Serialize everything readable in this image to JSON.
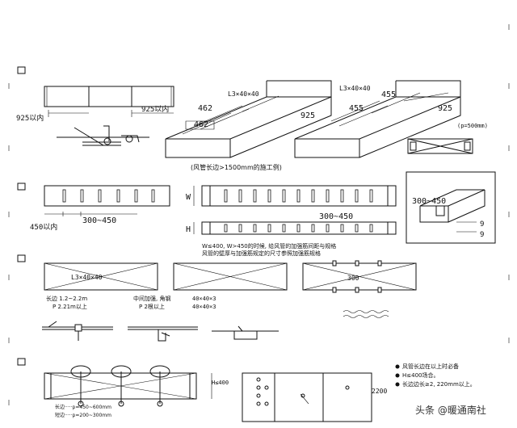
{
  "labels": {
    "sec1_left_dim_a": "925以内",
    "sec1_left_dim_b": "925以内",
    "sec1_angle_a": "L3×40×40",
    "sec1_angle_b": "L3×40×40",
    "sec1_dim_462_a": "462",
    "sec1_dim_462_b": "462",
    "sec1_dim_925_a": "925",
    "sec1_dim_925_b": "925",
    "sec1_dim_455_a": "455",
    "sec1_dim_455_b": "455",
    "sec1_pitch": "(p=500mm)",
    "sec1_caption": "(风管长边>1500mm的施工例)",
    "sec2_dim_450": "450以内",
    "sec2_dim_300_450_a": "300~450",
    "sec2_dim_300_450_b": "300~450",
    "sec2_dim_300_450_c": "300~450",
    "sec2_w": "W",
    "sec2_h": "H",
    "sec2_9_a": "9",
    "sec2_9_b": "9",
    "sec2_note_1": "W≤400, W>450的时候, 给风管的加强筋间距与规格",
    "sec2_note_2": "风管的壁厚与加强筋规定的尺寸参照加强筋规格",
    "sec3_angle": "L3×40×40",
    "sec3_dim_300": "300",
    "sec3_spec_1a": "长边 1.2~2.2m",
    "sec3_spec_1b": "P 2.21m以上",
    "sec3_spec_2a": "中间加强, 角钢",
    "sec3_spec_2b": "P 2根以上",
    "sec3_spec_3a": "40×40×3",
    "sec3_spec_3b": "40×40×3",
    "sec4_note_1": "风管长边在以上时必备",
    "sec4_note_2": "H≤400场合。",
    "sec4_note_3": "长边边长≥2, 220mm以上。",
    "sec4_h_dim": "H≤400",
    "sec4_h_dim_b": "2200",
    "sec4_p_a": "长边·····p=450~600mm",
    "sec4_p_b": "短边·····p=200~300mm",
    "watermark": "头条 @暖通南社"
  }
}
